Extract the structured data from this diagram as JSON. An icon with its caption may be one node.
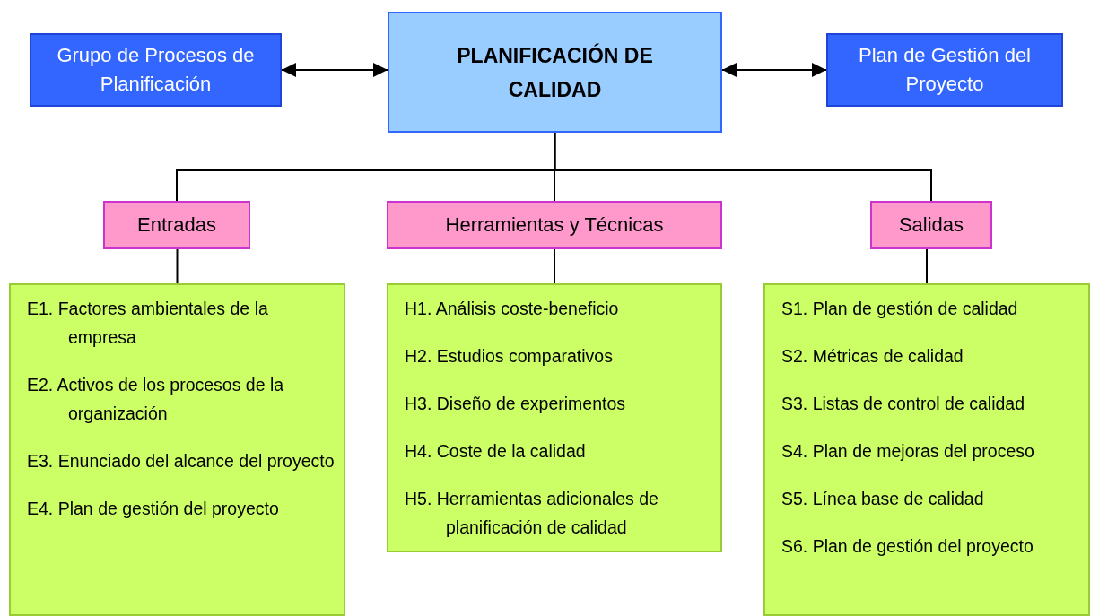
{
  "diagram": {
    "nodes": [
      {
        "text": [
          "Grupo de Procesos de Planificación"
        ]
      },
      {
        "text": [
          "PLANIFICACIÓN DE CALIDAD"
        ]
      },
      {
        "text": [
          "Plan de Gestión del Proyecto"
        ]
      },
      {
        "text": [
          "Entradas"
        ]
      },
      {
        "text": [
          "Herramientas y Técnicas"
        ]
      },
      {
        "text": [
          "Salidas"
        ]
      },
      {
        "text": [
          "E1. Factores ambientales de la empresa",
          "E2. Activos de los procesos de la organización",
          "E3. Enunciado del alcance del proyecto",
          "E4. Plan de gestión del proyecto"
        ]
      },
      {
        "text": [
          "H1. Análisis coste-beneficio",
          "H2. Estudios comparativos",
          "H3. Diseño de experimentos",
          "H4. Coste de la calidad",
          "H5. Herramientas adicionales de planificación de calidad"
        ]
      },
      {
        "text": [
          "S1. Plan de gestión de calidad",
          "S2. Métricas de calidad",
          "S3. Listas de control de calidad",
          "S4. Plan de mejoras del proceso",
          "S5. Línea base de calidad",
          "S6. Plan de gestión del proyecto"
        ]
      }
    ],
    "edges": [
      {
        "from": 0,
        "to": 1,
        "arrow": "both"
      },
      {
        "from": 1,
        "to": 2,
        "arrow": "both"
      },
      {
        "from": 1,
        "to": 3,
        "arrow": "none"
      },
      {
        "from": 1,
        "to": 4,
        "arrow": "none"
      },
      {
        "from": 1,
        "to": 5,
        "arrow": "none"
      },
      {
        "from": 3,
        "to": 6,
        "arrow": "none"
      },
      {
        "from": 4,
        "to": 7,
        "arrow": "none"
      },
      {
        "from": 5,
        "to": 8,
        "arrow": "none"
      }
    ]
  }
}
